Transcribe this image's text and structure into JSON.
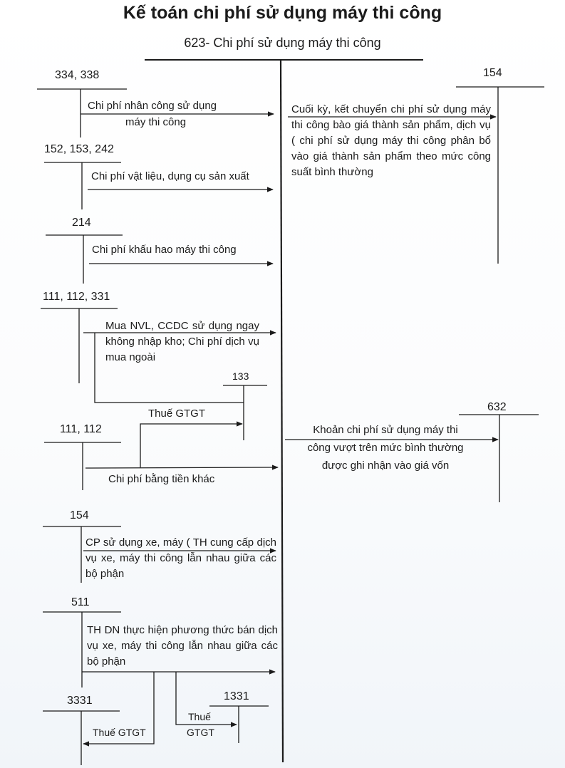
{
  "header": {
    "title": "Kế toán chi phí sử dụng máy thi công",
    "main_account": "623- Chi phí sử dụng máy thi công"
  },
  "accounts": {
    "a334": "334, 338",
    "a152": "152, 153, 242",
    "a214": "214",
    "a111a": "111, 112, 331",
    "a133": "133",
    "a111b": "111, 112",
    "a154a": "154",
    "a511": "511",
    "a3331": "3331",
    "a1331": "1331",
    "a154r": "154",
    "a632": "632"
  },
  "entries": {
    "labor_1": "Chi phí nhân công sử dụng",
    "labor_2": "máy thi công",
    "materials": "Chi phí vật liệu, dụng cụ sản xuất",
    "depreciation": "Chi phí khấu hao máy thi công",
    "purchase": "Mua NVL, CCDC sử dụng ngay không nhập kho; Chi phí dịch vụ mua ngoài",
    "vat": "Thuế GTGT",
    "other_cash": "Chi phí bằng tiền khác",
    "internal": "CP sử dụng xe, máy ( TH cung cấp dịch vụ xe, máy thi công lẫn nhau giữa các bộ phận",
    "internal_sale": "TH DN thực hiện phương thức bán dịch vụ xe, máy thi công lẫn nhau giữa các bộ phận",
    "vat_out": "Thuế GTGT",
    "vat_in_1": "Thuế",
    "vat_in_2": "GTGT",
    "transfer": "Cuối kỳ, kết chuyển chi phí sử dụng máy thi công bào giá thành sản phẩm, dịch vụ ( chi phí sử dụng máy thi công phân bổ vào giá thành sản phẩm theo mức công suất bình thường",
    "excess_1": "Khoản chi phí sử dụng máy thi",
    "excess_2": "công vượt trên mức bình thường",
    "excess_3": "được ghi nhận vào giá vốn"
  }
}
